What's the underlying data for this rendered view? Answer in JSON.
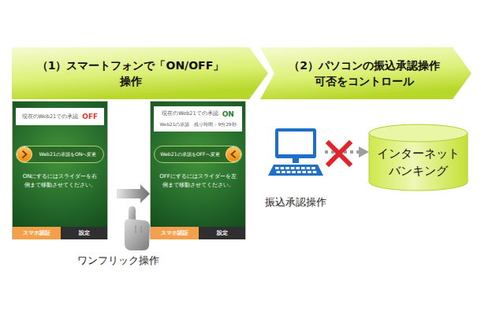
{
  "diagram": {
    "nodes": [
      {
        "text": [
          "（1）スマートフォンで「ON/OFF」 操作"
        ]
      },
      {
        "text": [
          "（2）パソコンの振込承認操作 可否をコントロール"
        ]
      },
      {
        "text": [
          "ONにするにはスライダーを右側まで移動させてください。"
        ]
      },
      {
        "text": [
          "現在のWeb21での承認",
          "OFF"
        ],
        "in": 2
      },
      {
        "text": [
          "Web21の承認をONへ変更"
        ],
        "in": 2
      },
      {
        "text": [
          "スマホ認証"
        ],
        "in": 2
      },
      {
        "text": [
          "設定"
        ],
        "in": 2
      },
      {
        "text": [
          "OFFにするにはスライダーを左側まで移動させてください。"
        ]
      },
      {
        "text": [
          "現在のWeb21での承認",
          "ON",
          "Web21の承認　残り時間：9分29秒"
        ],
        "in": 7
      },
      {
        "text": [
          "Web21の承認をOFFへ変更"
        ],
        "in": 7
      },
      {
        "text": [
          "スマホ認証"
        ],
        "in": 7
      },
      {
        "text": [
          "設定"
        ],
        "in": 7
      },
      {
        "text": [
          "振込承認操作"
        ]
      },
      {
        "text": [
          "インターネット バンキング"
        ]
      }
    ],
    "edges": [
      {
        "from": 12,
        "to": 13,
        "arrow": "to"
      }
    ],
    "labels": [
      "ワンフリック操作"
    ]
  }
}
